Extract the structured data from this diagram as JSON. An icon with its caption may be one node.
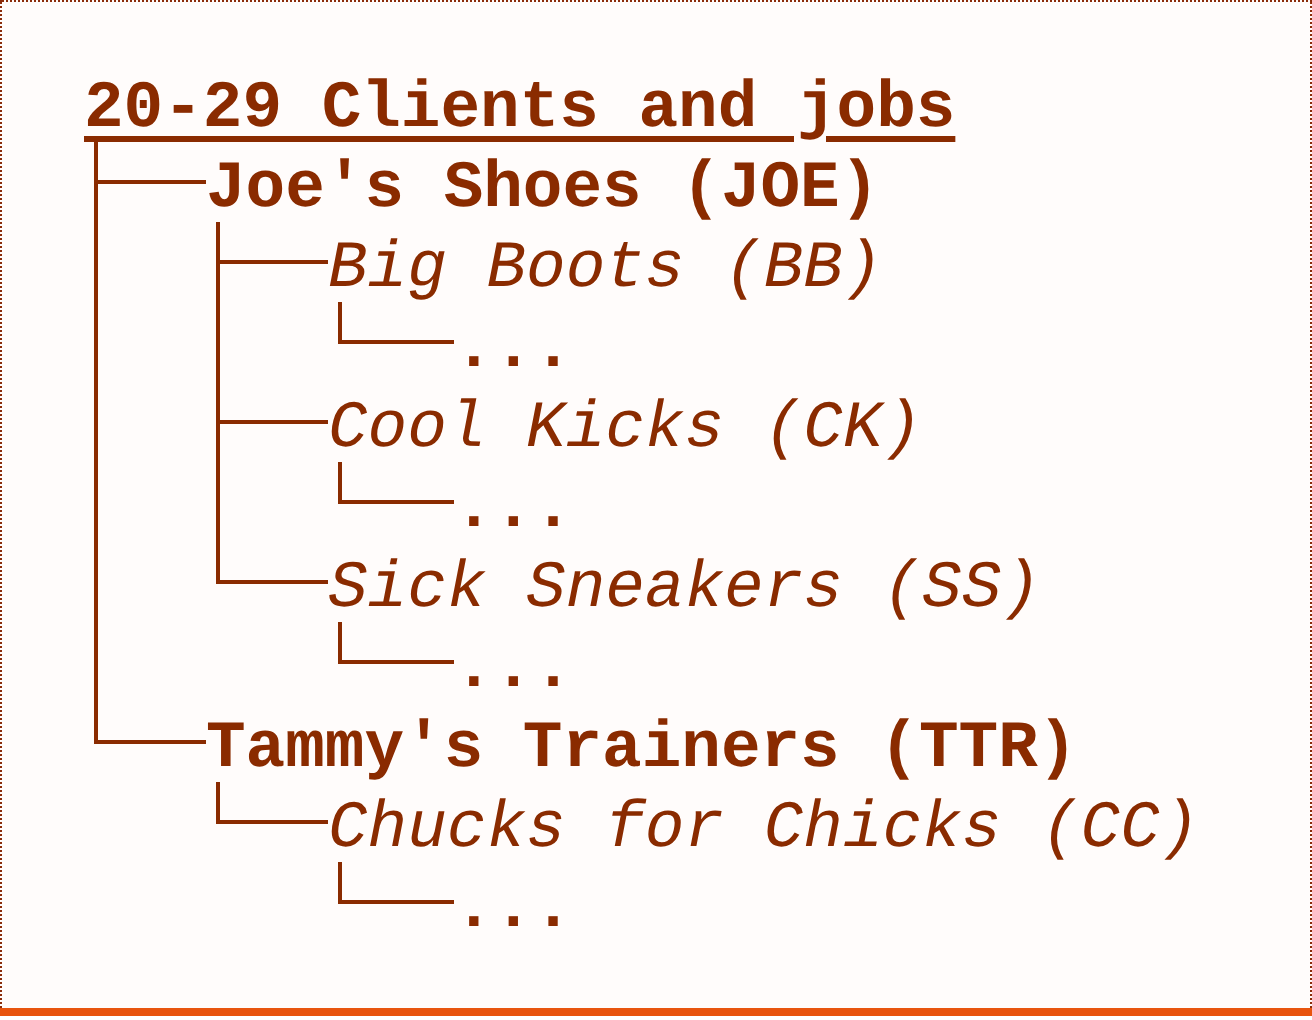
{
  "diagram": {
    "nodes": [
      {
        "text": [
          "20-29 Clients and jobs"
        ]
      },
      {
        "text": [
          "Joe's Shoes (JOE)"
        ]
      },
      {
        "text": [
          "Big Boots (BB)"
        ]
      },
      {
        "text": [
          "..."
        ]
      },
      {
        "text": [
          "Cool Kicks (CK)"
        ]
      },
      {
        "text": [
          "..."
        ]
      },
      {
        "text": [
          "Sick Sneakers (SS)"
        ]
      },
      {
        "text": [
          "..."
        ]
      },
      {
        "text": [
          "Tammy's Trainers (TTR)"
        ]
      },
      {
        "text": [
          "Chucks for Chicks (CC)"
        ]
      },
      {
        "text": [
          "..."
        ]
      }
    ],
    "edges": [
      {
        "from": 0,
        "to": 1,
        "arrow": "none"
      },
      {
        "from": 1,
        "to": 2,
        "arrow": "none"
      },
      {
        "from": 2,
        "to": 3,
        "arrow": "none"
      },
      {
        "from": 1,
        "to": 4,
        "arrow": "none"
      },
      {
        "from": 4,
        "to": 5,
        "arrow": "none"
      },
      {
        "from": 1,
        "to": 6,
        "arrow": "none"
      },
      {
        "from": 6,
        "to": 7,
        "arrow": "none"
      },
      {
        "from": 0,
        "to": 8,
        "arrow": "none"
      },
      {
        "from": 8,
        "to": 9,
        "arrow": "none"
      },
      {
        "from": 9,
        "to": 10,
        "arrow": "none"
      }
    ]
  }
}
